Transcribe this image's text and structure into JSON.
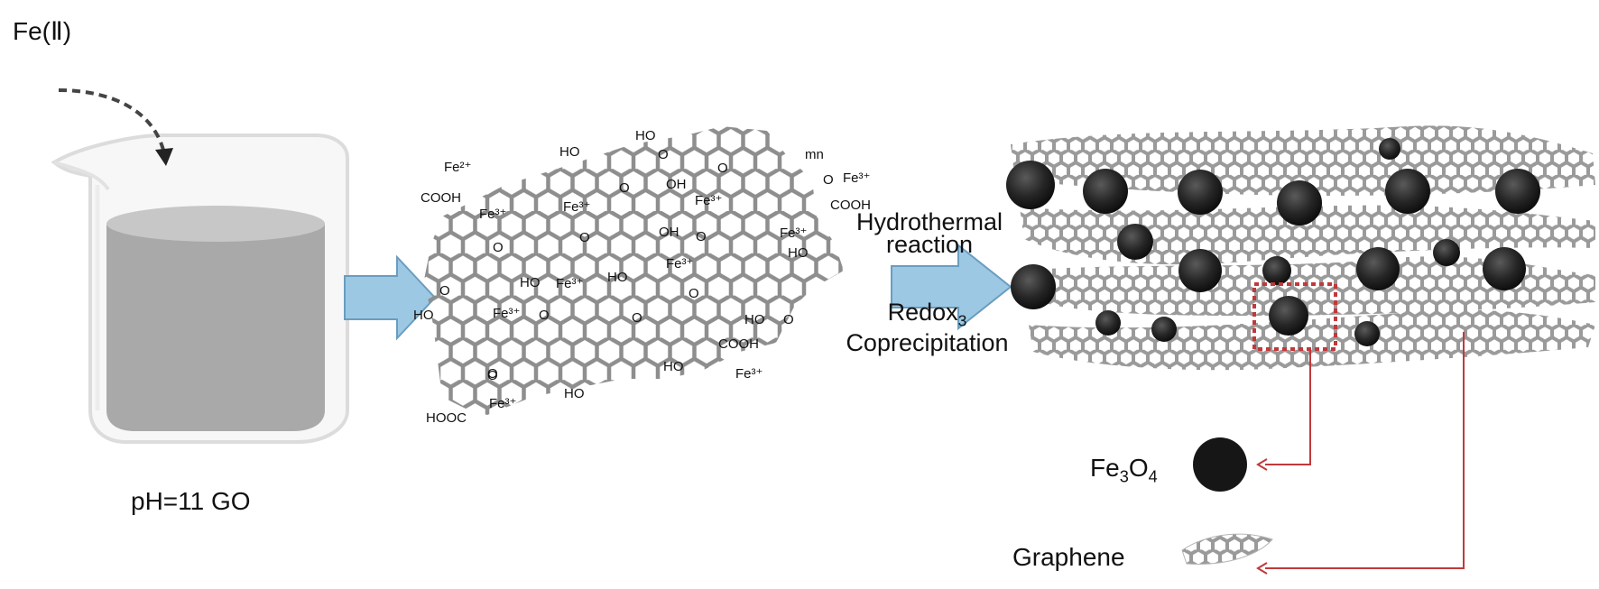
{
  "labels": {
    "iron_source": "Fe(Ⅱ)",
    "beaker": "pH=11 GO",
    "process_line1": "Hydrothermal",
    "process_line2": "reaction",
    "process_line3_main": "Redox",
    "process_line3_sub": "3",
    "process_line4": "Coprecipitation",
    "product_main": "Fe",
    "product_sub1": "3",
    "product_mid": "O",
    "product_sub2": "4",
    "support": "Graphene"
  },
  "go_groups": [
    "Fe²⁺",
    "COOH",
    "Fe³⁺",
    "O",
    "HO",
    "HO",
    "O",
    "Fe³⁺",
    "O",
    "O",
    "OH",
    "Fe³⁺",
    "O",
    "mn",
    "O",
    "Fe³⁺",
    "COOH",
    "Fe³⁺",
    "HO",
    "OH",
    "Fe³⁺",
    "O",
    "HO",
    "Fe³⁺",
    "HO",
    "O",
    "HO",
    "Fe³⁺",
    "O",
    "O",
    "O",
    "HO",
    "O",
    "COOH",
    "Fe³⁺",
    "O",
    "HO",
    "HO",
    "HOOC",
    "Fe³⁺",
    "O"
  ],
  "colors": {
    "arrow_fill": "#9cc8e4",
    "arrow_stroke": "#6a9dbf",
    "lattice": "#9a9a9a",
    "particle": "#222222",
    "callout": "#c0393b",
    "liquid": "#a9a9a9"
  }
}
